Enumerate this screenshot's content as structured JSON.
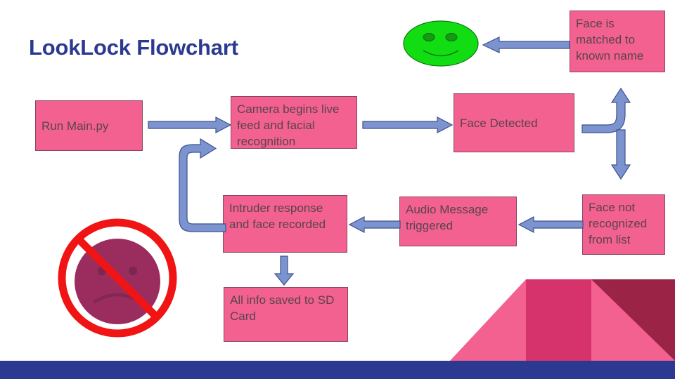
{
  "slide": {
    "title": "LookLock Flowchart",
    "title_color": "#2b3990",
    "background": "#ffffff",
    "box_fill": "#f2618f",
    "box_border": "#8c4460",
    "arrow_fill": "#7b93ce",
    "arrow_border": "#3f5190",
    "bar_color": "#2b3990",
    "happy_face_color": "#12dd12",
    "blocked_face_color": "#9b2d5e",
    "prohibition_color": "#f01414"
  },
  "nodes": {
    "run_main": {
      "label": "Run Main.py"
    },
    "camera": {
      "label": "Camera begins live feed and facial recognition"
    },
    "face_detected": {
      "label": "Face Detected"
    },
    "face_matched": {
      "label": "Face is matched to known name"
    },
    "face_not_recognized": {
      "label": "Face not recognized from list"
    },
    "audio_message": {
      "label": "Audio Message triggered"
    },
    "intruder_response": {
      "label": "Intruder response and face recorded"
    },
    "saved_sd": {
      "label": "All info saved to SD Card"
    }
  },
  "icons": {
    "happy_face": "smiley-happy-face",
    "blocked_face": "prohibited-sad-face"
  },
  "decor": {
    "corner_light_pink": "#f2618f",
    "corner_mid_pink": "#d6336c",
    "corner_dark_maroon": "#9b2346"
  }
}
